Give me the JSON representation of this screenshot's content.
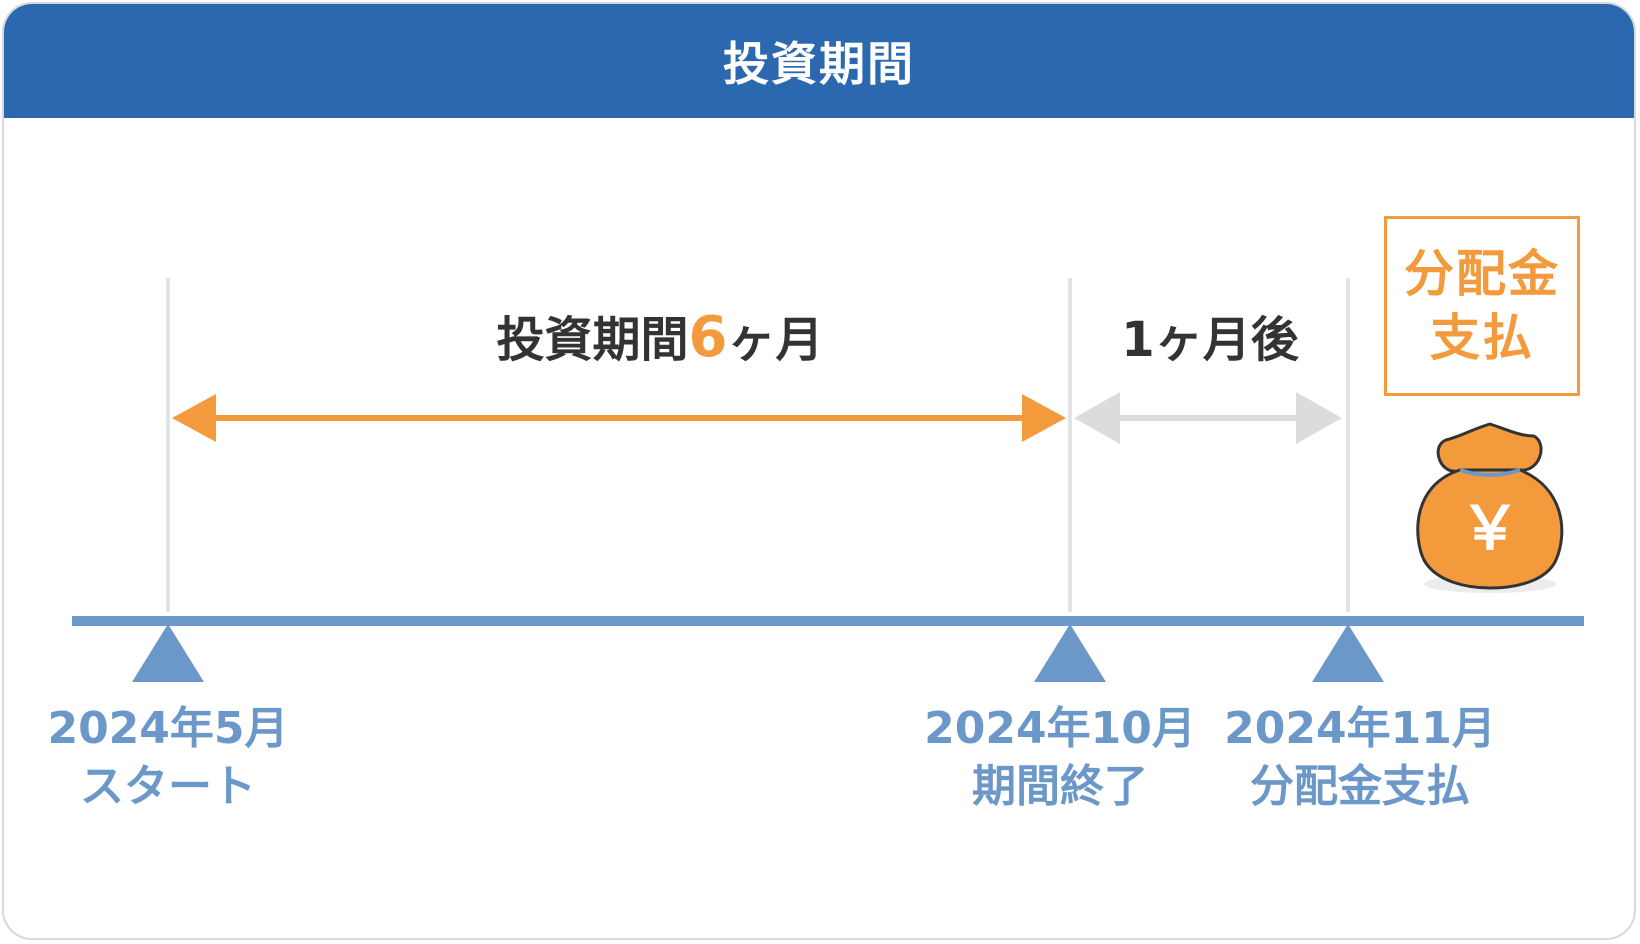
{
  "header": {
    "title": "投資期間"
  },
  "period": {
    "label_prefix": "投資期間",
    "label_number": "6",
    "label_suffix": "ヶ月"
  },
  "gap": {
    "label": "1ヶ月後"
  },
  "payout": {
    "line1": "分配金",
    "line2": "支払",
    "coin_symbol": "￥"
  },
  "milestones": [
    {
      "date": "2024年5月",
      "caption": "スタート"
    },
    {
      "date": "2024年10月",
      "caption": "期間終了"
    },
    {
      "date": "2024年11月",
      "caption": "分配金支払"
    }
  ],
  "colors": {
    "header": "#2b68b0",
    "timeline": "#6b98c9",
    "accent": "#f39a3d",
    "grey_arrow": "#dcdcdc"
  }
}
